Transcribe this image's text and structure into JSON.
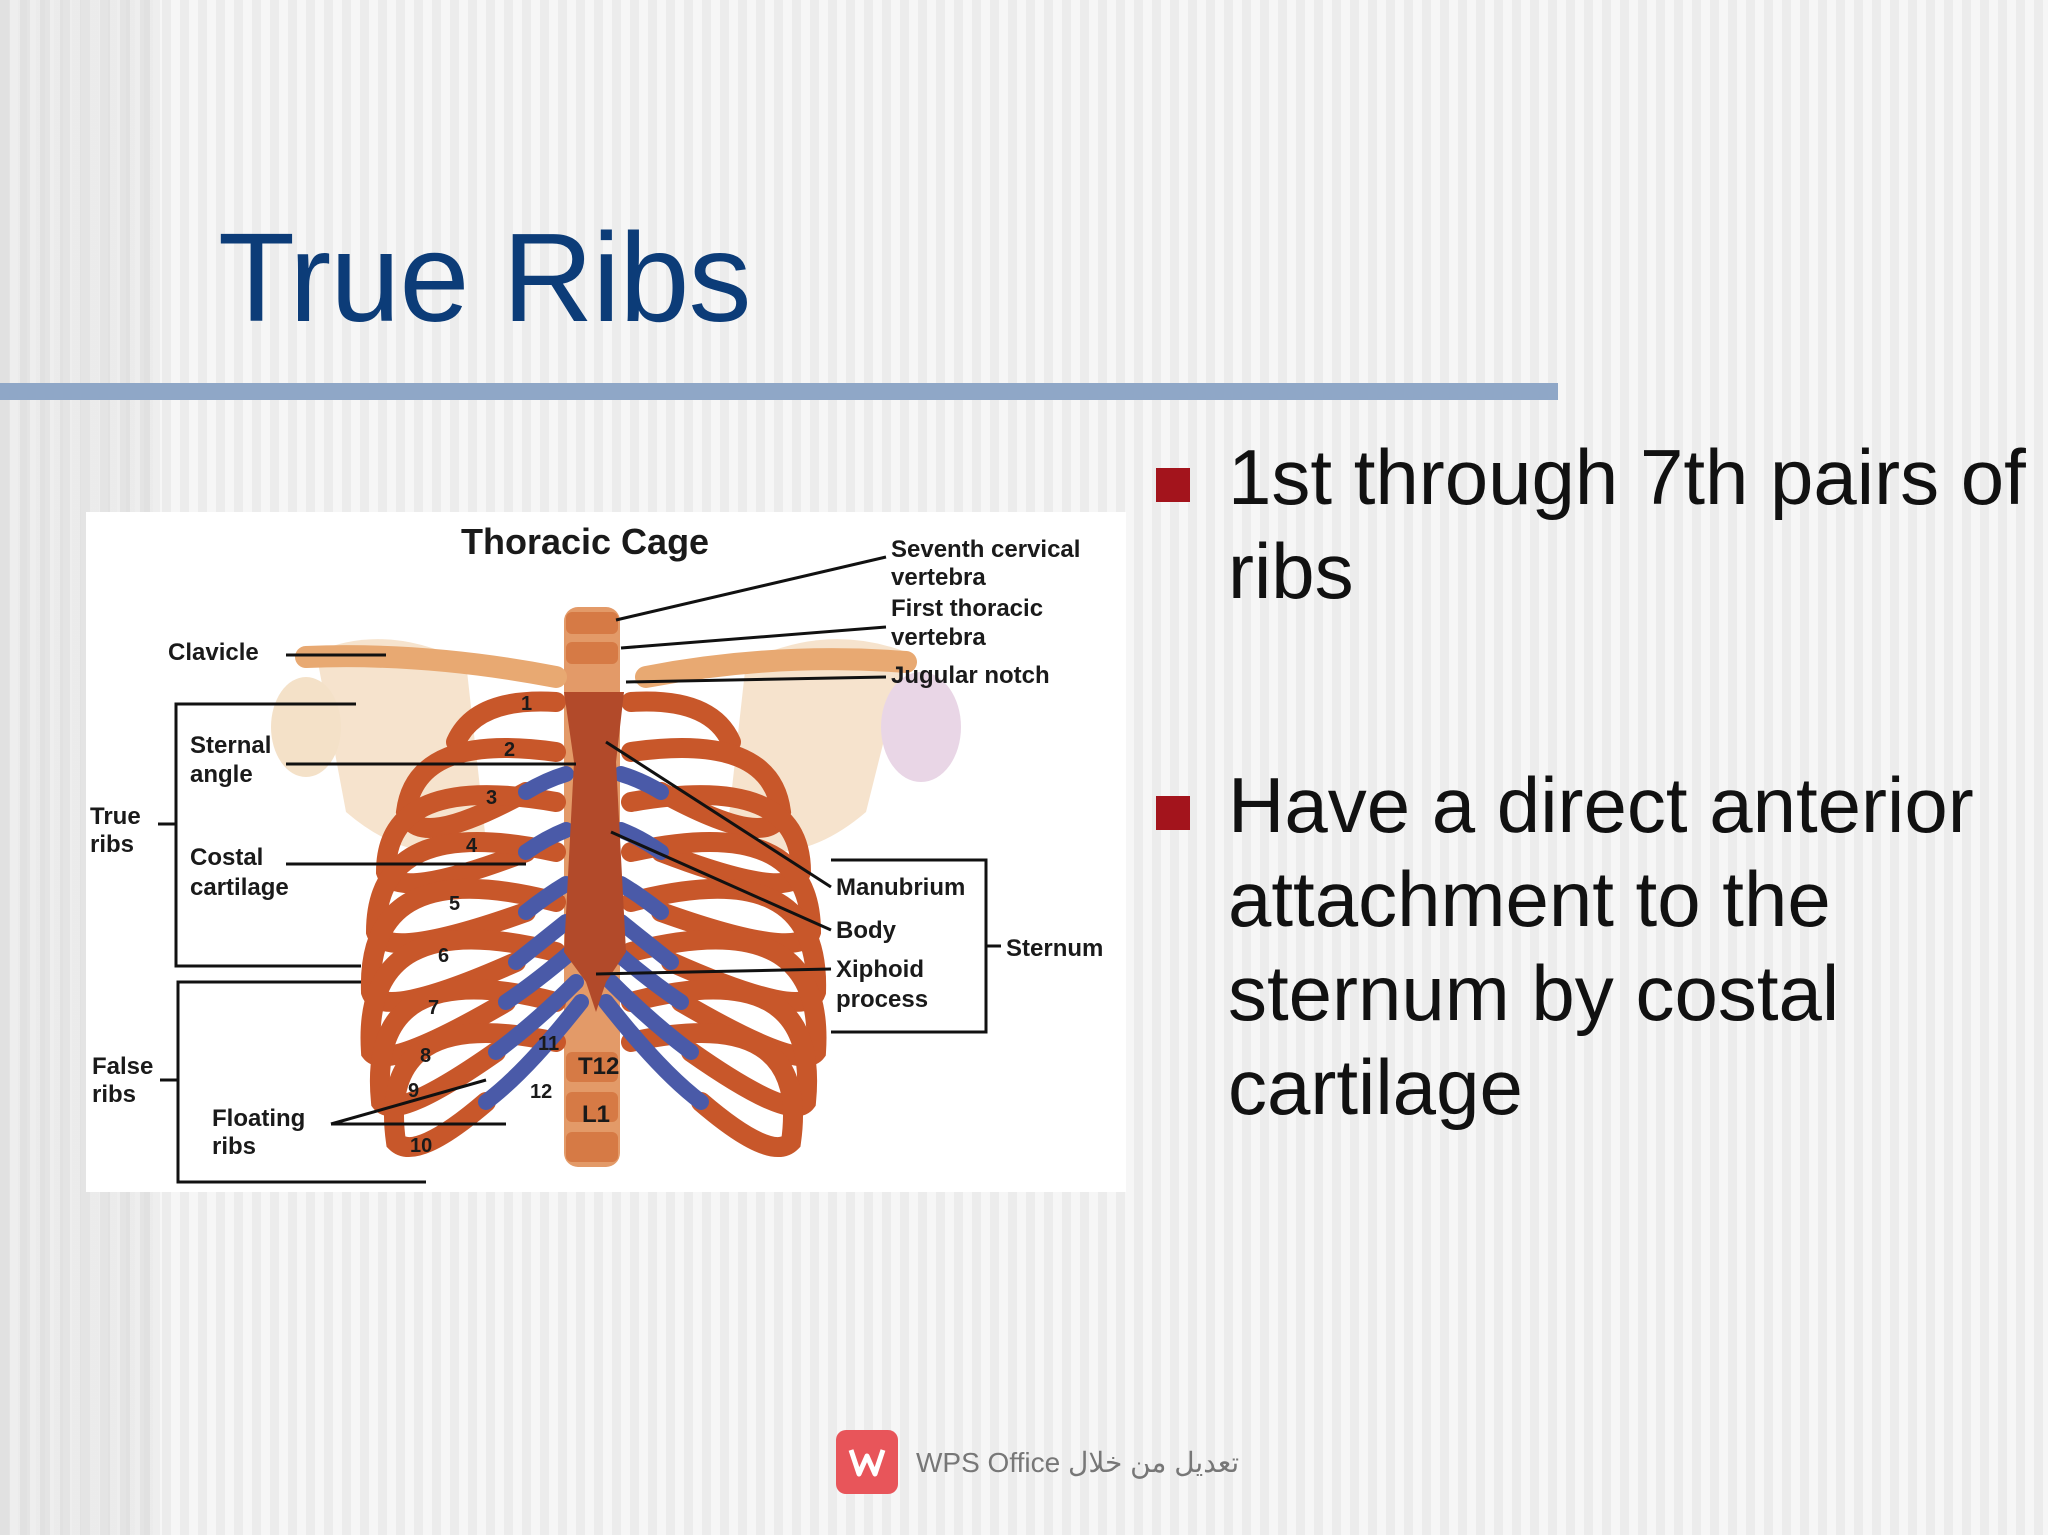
{
  "slide": {
    "title": "True Ribs",
    "bullets": [
      "1st through 7th pairs of ribs",
      "Have a direct anterior attachment to the sternum by costal cartilage"
    ]
  },
  "figure": {
    "title": "Thoracic Cage",
    "labels": {
      "seventh_cervical_1": "Seventh cervical",
      "seventh_cervical_2": "vertebra",
      "first_thoracic_1": "First thoracic",
      "first_thoracic_2": "vertebra",
      "jugular_notch": "Jugular notch",
      "clavicle": "Clavicle",
      "sternal_angle_1": "Sternal",
      "sternal_angle_2": "angle",
      "true_ribs_1": "True",
      "true_ribs_2": "ribs",
      "costal_cartilage_1": "Costal",
      "costal_cartilage_2": "cartilage",
      "manubrium": "Manubrium",
      "body": "Body",
      "xiphoid_1": "Xiphoid",
      "xiphoid_2": "process",
      "sternum": "Sternum",
      "false_ribs_1": "False",
      "false_ribs_2": "ribs",
      "floating_ribs_1": "Floating",
      "floating_ribs_2": "ribs",
      "t12": "T12",
      "l1": "L1"
    },
    "rib_numbers": [
      "1",
      "2",
      "3",
      "4",
      "5",
      "6",
      "7",
      "8",
      "9",
      "10",
      "11",
      "12"
    ]
  },
  "watermark": {
    "text": "WPS Office تعديل من خلال",
    "icon": "wps-logo-icon"
  },
  "colors": {
    "title": "#0c3c78",
    "rule": "#8fa7c7",
    "bullet_marker": "#a3141c",
    "bone": "#c8572a",
    "cartilage": "#4a5aa8",
    "watermark_logo": "#e8555a"
  }
}
